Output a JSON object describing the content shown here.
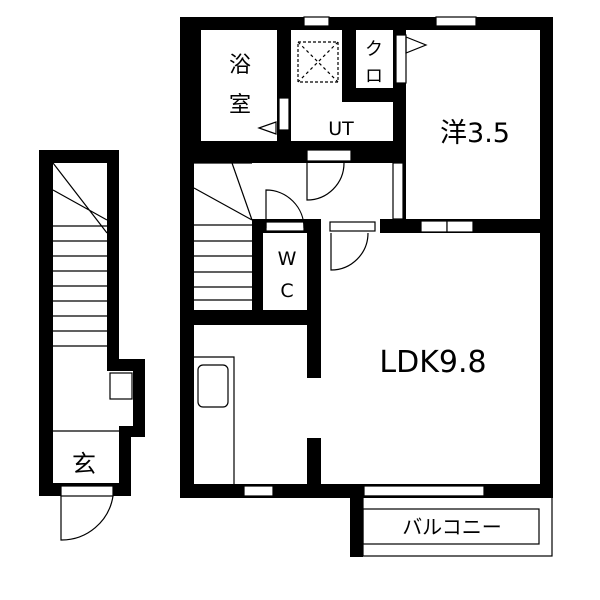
{
  "rooms": {
    "bath": "浴室",
    "utility": "UT",
    "closet": "クロ",
    "western": "洋3.5",
    "wc_w": "W",
    "wc_c": "C",
    "ldk": "LDK9.8",
    "entrance": "玄",
    "balcony": "バルコニー"
  },
  "colors": {
    "wall": "#000000",
    "background": "#ffffff"
  }
}
